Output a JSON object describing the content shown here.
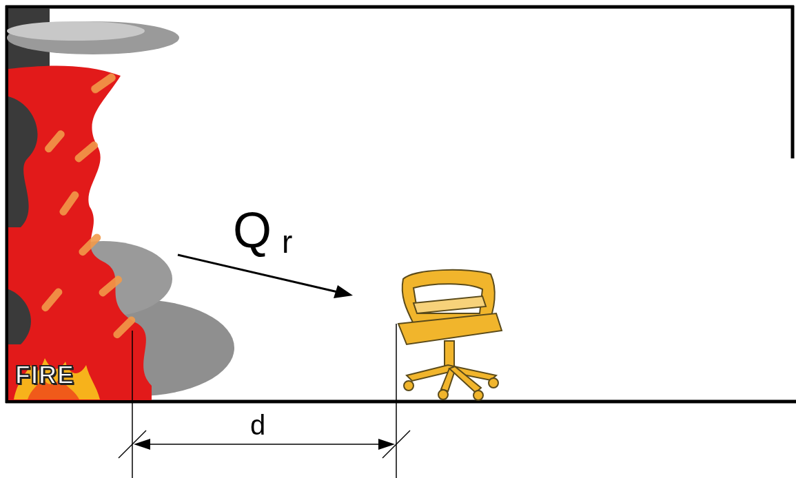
{
  "diagram": {
    "labels": [
      "FIRE",
      "Q",
      "r",
      "d"
    ]
  }
}
